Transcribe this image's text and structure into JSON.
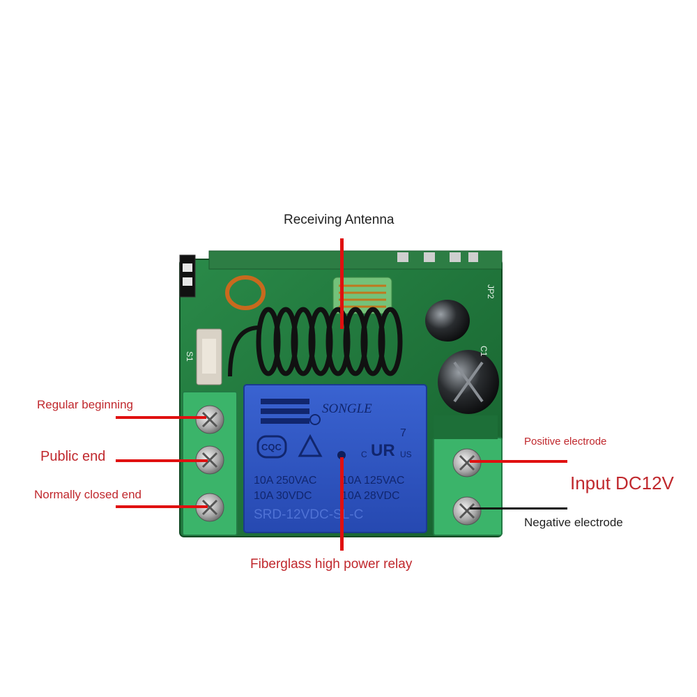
{
  "labels": {
    "antenna": "Receiving Antenna",
    "regular_beginning": "Regular beginning",
    "public_end": "Public end",
    "normally_closed_end": "Normally closed end",
    "positive_electrode": "Positive electrode",
    "input": "Input DC12V",
    "negative_electrode": "Negative electrode",
    "relay_desc": "Fiberglass high power relay"
  },
  "relay": {
    "brand": "SONGLE",
    "cqc": "CQC",
    "ul": "UR",
    "us": "US",
    "c": "C",
    "num": "7",
    "line1a": "10A 250VAC",
    "line1b": "10A 125VAC",
    "line2a": "10A  30VDC",
    "line2b": "10A 28VDC",
    "model": "SRD-12VDC-SL-C"
  },
  "board": {
    "jp2": "JP2",
    "c1": "C1",
    "s1": "S1"
  },
  "colors": {
    "pcb": "#1f7a3c",
    "terminal": "#3bb46a",
    "relay": "#2f57c6",
    "line_red": "#e01010",
    "text_red": "#c0282d"
  }
}
